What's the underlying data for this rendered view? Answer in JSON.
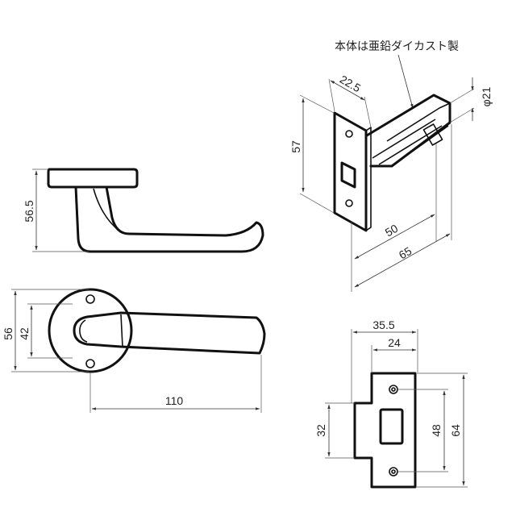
{
  "annotations": {
    "material_note": "本体は亜鉛ダイカスト製"
  },
  "dimensions": {
    "handle_height": "56.5",
    "rose_outer": "56",
    "rose_inner": "42",
    "lever_length": "110",
    "latch_front_width": "22.5",
    "latch_face_height": "57",
    "latch_diameter": "φ21",
    "backset_50": "50",
    "backset_65": "65",
    "strike_width": "35.5",
    "strike_inner": "24",
    "strike_opening": "32",
    "strike_hole_pitch": "48",
    "strike_height": "64"
  }
}
